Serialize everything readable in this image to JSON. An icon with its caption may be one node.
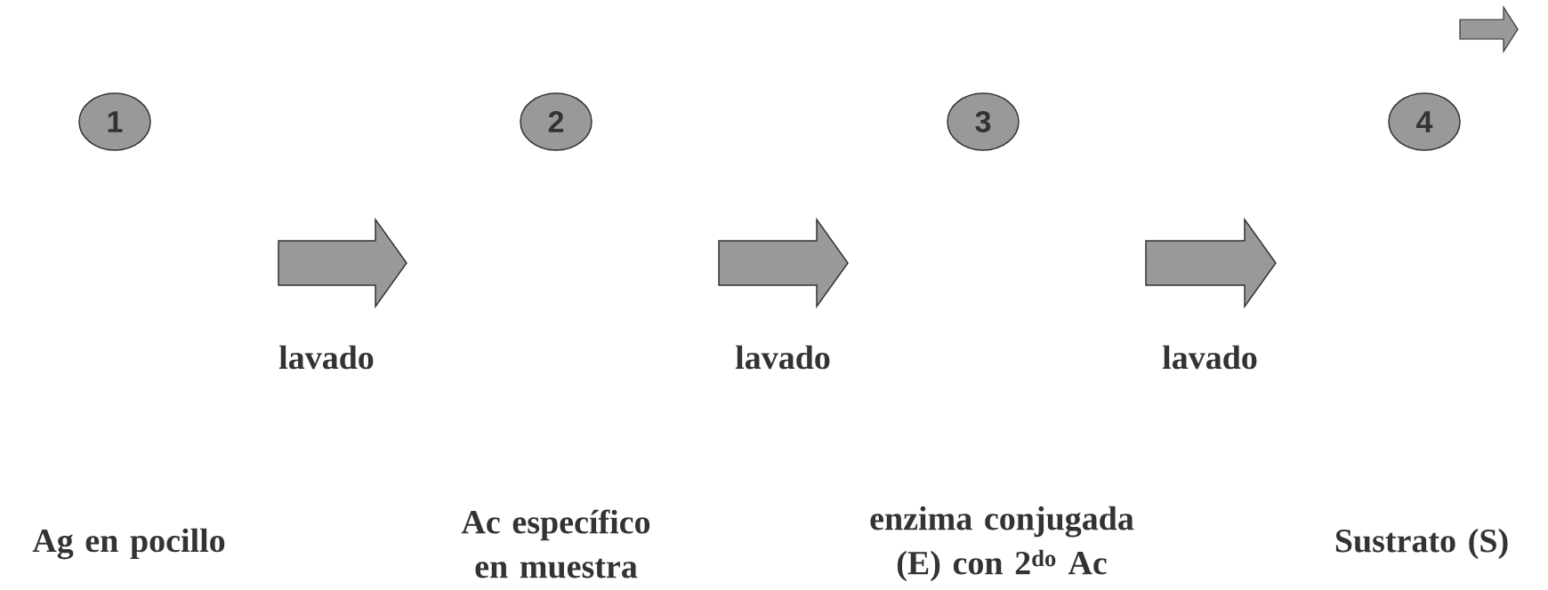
{
  "diagram": {
    "nodes": [
      {
        "text": [
          "1"
        ]
      },
      {
        "text": [
          "2"
        ]
      },
      {
        "text": [
          "3"
        ]
      },
      {
        "text": [
          "4"
        ]
      }
    ],
    "labels": [
      "lavado",
      "lavado",
      "lavado",
      "Ag en pocillo",
      "Ac específico en muestra",
      "enzima conjugada (E) con 2$^{do}$ Ac",
      "Sustrato (S)"
    ]
  }
}
